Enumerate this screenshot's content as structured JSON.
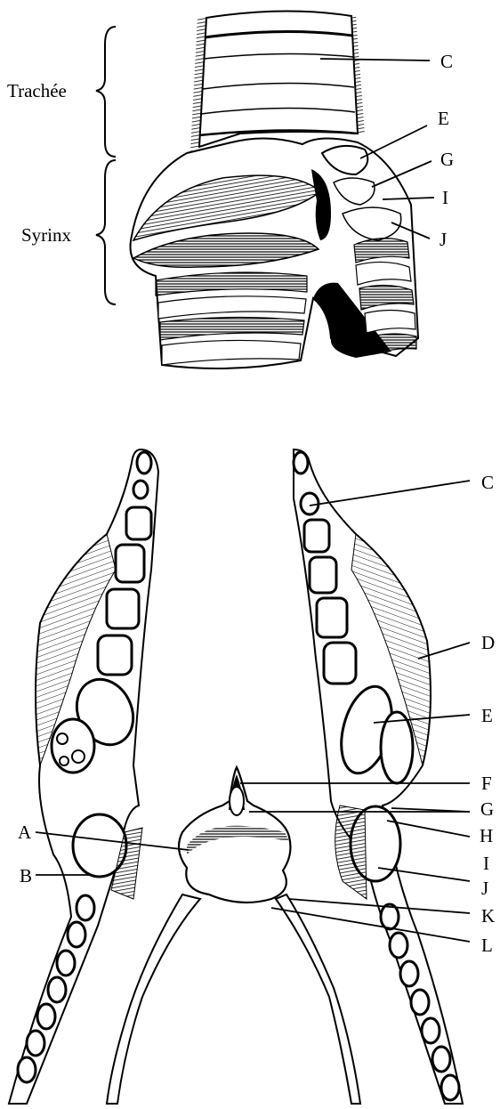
{
  "top_figure": {
    "brackets": {
      "trachea": "Trachée",
      "syrinx": "Syrinx"
    },
    "labels": [
      "C",
      "E",
      "G",
      "I",
      "J"
    ]
  },
  "bottom_figure": {
    "labels_right": [
      "C",
      "D",
      "E",
      "F",
      "G",
      "H",
      "I",
      "J",
      "K",
      "L"
    ],
    "labels_left": [
      "A",
      "B"
    ]
  },
  "colors": {
    "ink": "#000000",
    "paper": "#ffffff",
    "shade": "#555555"
  }
}
